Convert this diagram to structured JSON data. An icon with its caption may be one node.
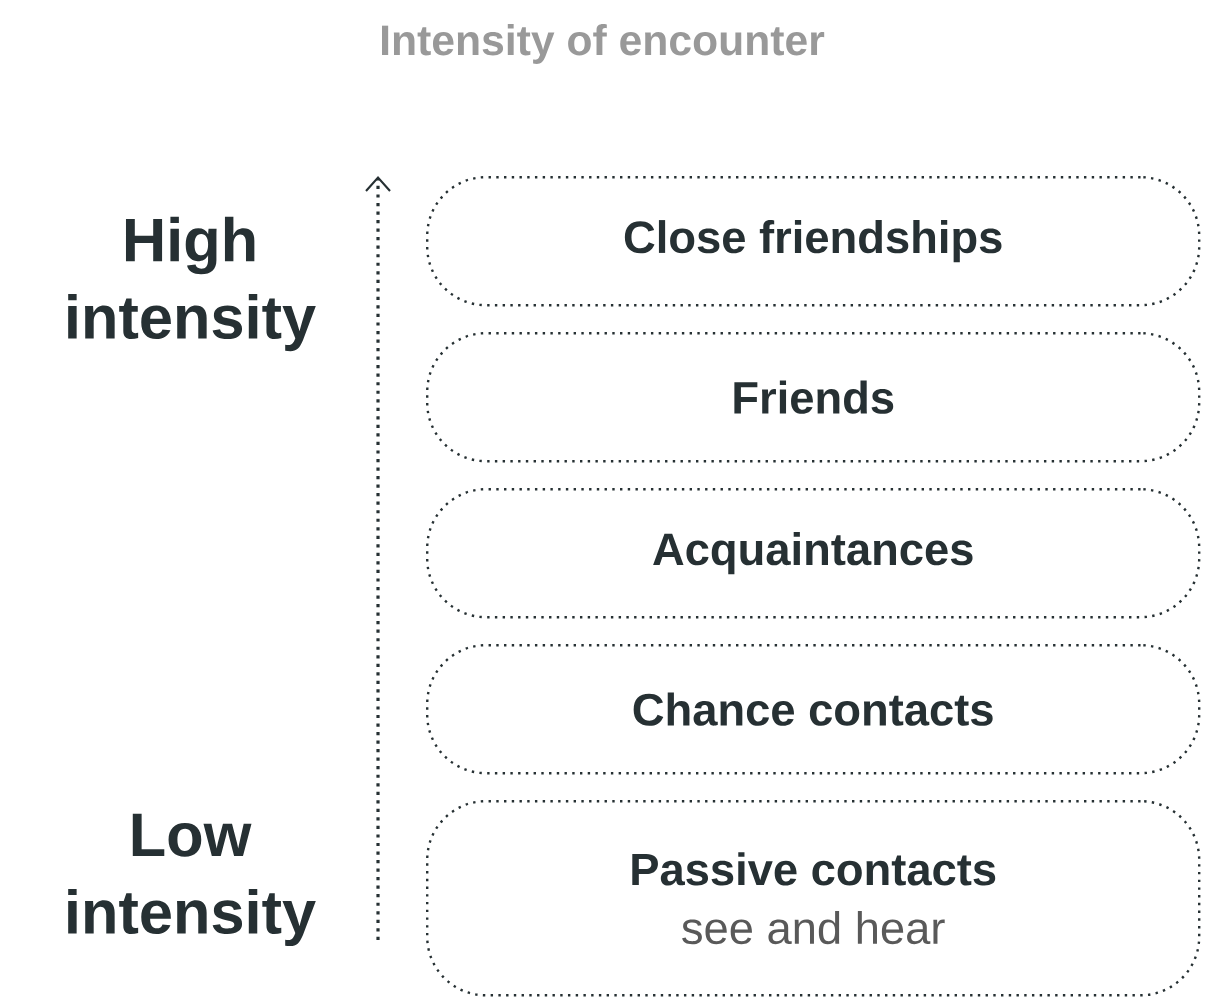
{
  "diagram": {
    "title": "Intensity of encounter",
    "nodes": [
      {
        "text": [
          "Close friendships"
        ]
      },
      {
        "text": [
          "Friends"
        ]
      },
      {
        "text": [
          "Acquaintances"
        ]
      },
      {
        "text": [
          "Chance contacts"
        ]
      },
      {
        "text": [
          "Passive contacts",
          "see and hear"
        ]
      }
    ],
    "labels": [
      "High intensity",
      "Low intensity"
    ]
  }
}
